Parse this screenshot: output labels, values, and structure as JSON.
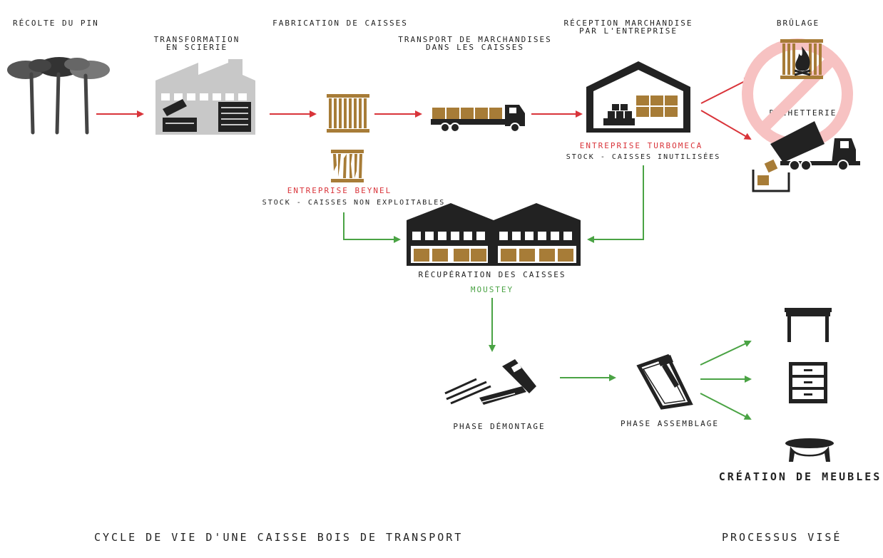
{
  "steps": {
    "harvest": "RÉCOLTE DU PIN",
    "sawmill_l1": "TRANSFORMATION",
    "sawmill_l2": "EN SCIERIE",
    "crates": "FABRICATION DE CAISSES",
    "transport_l1": "TRANSPORT DE MARCHANDISES",
    "transport_l2": "DANS LES CAISSES",
    "reception_l1": "RÉCEPTION MARCHANDISE",
    "reception_l2": "PAR L'ENTREPRISE",
    "burning": "BRÛLAGE",
    "dump": "DÉCHETTERIE"
  },
  "companies": {
    "beynel_name": "ENTREPRISE BEYNEL",
    "beynel_stock": "STOCK - CAISSES NON EXPLOITABLES",
    "turbomeca_name": "ENTREPRISE TURBOMECA",
    "turbomeca_stock": "STOCK - CAISSES INUTILISÉES",
    "recovery": "RÉCUPÉRATION DES CAISSES",
    "moustey": "MOUSTEY"
  },
  "process": {
    "dismantle": "PHASE DÉMONTAGE",
    "assemble": "PHASE ASSEMBLAGE",
    "furniture": "CRÉATION DE MEUBLES"
  },
  "footer": {
    "left": "CYCLE DE VIE D'UNE CAISSE BOIS DE TRANSPORT",
    "right": "PROCESSUS VISÉ"
  },
  "colors": {
    "red_arrow": "#d9343a",
    "green_arrow": "#4aa344",
    "wood": "#a77c37",
    "dark": "#222222",
    "gray": "#c8c8c8",
    "no_sign": "#f7c2c2"
  },
  "icons": [
    "pine-trees-icon",
    "sawmill-icon",
    "crate-icon",
    "broken-crate-icon",
    "truck-icon",
    "warehouse-icon",
    "fire-crate-icon",
    "dump-truck-icon",
    "prohibited-icon",
    "double-warehouse-icon",
    "saw-boards-icon",
    "hammer-frame-icon",
    "table-icon",
    "dresser-icon",
    "round-table-icon"
  ]
}
